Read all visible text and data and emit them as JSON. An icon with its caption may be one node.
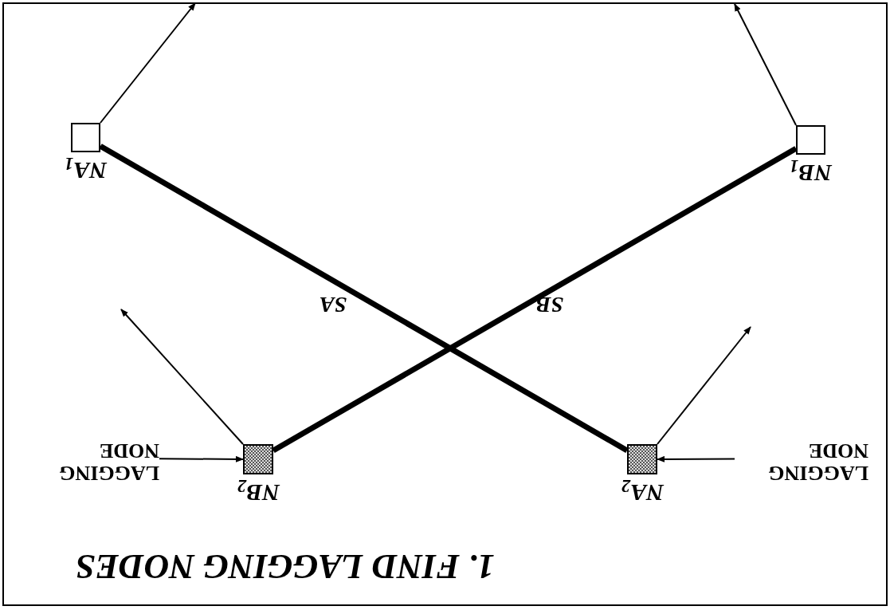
{
  "diagram": {
    "title": "1. FIND LAGGING NODES",
    "nodes": [
      {
        "text": [
          "NA$_{1}$"
        ]
      },
      {
        "text": [
          "NB$_{1}$"
        ]
      },
      {
        "text": [
          "NB$_{2}$"
        ]
      },
      {
        "text": [
          "NA$_{2}$"
        ]
      },
      {
        "text": [
          "LAGGING NODE"
        ]
      },
      {
        "text": [
          "LAGGING NODE"
        ]
      }
    ],
    "edges": [
      {
        "from": 0,
        "to": 3,
        "arrow": "none",
        "label": "SA",
        "style": "thick"
      },
      {
        "from": 1,
        "to": 2,
        "arrow": "none",
        "label": "SB",
        "style": "thick"
      },
      {
        "from": 0,
        "to": null,
        "arrow": "to"
      },
      {
        "from": 1,
        "to": null,
        "arrow": "to"
      },
      {
        "from": 2,
        "to": null,
        "arrow": "to"
      },
      {
        "from": 3,
        "to": null,
        "arrow": "to"
      },
      {
        "from": 4,
        "to": 2,
        "arrow": "to"
      },
      {
        "from": 5,
        "to": 3,
        "arrow": "to"
      }
    ]
  }
}
